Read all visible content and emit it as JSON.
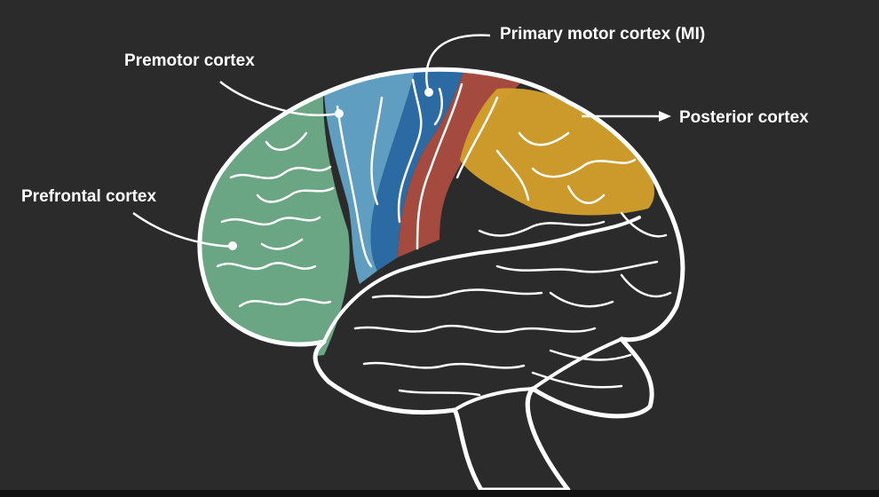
{
  "labels": {
    "primary_motor": "Primary motor cortex (MI)",
    "premotor": "Premotor cortex",
    "posterior": "Posterior cortex",
    "prefrontal": "Prefrontal cortex"
  },
  "colors": {
    "background": "#2b2b2b",
    "outline": "#ffffff",
    "prefrontal": "#6aa584",
    "premotor": "#5f9ec0",
    "primary_motor": "#2b6aa2",
    "somatosensory": "#a44a3e",
    "posterior": "#d5a02a"
  }
}
